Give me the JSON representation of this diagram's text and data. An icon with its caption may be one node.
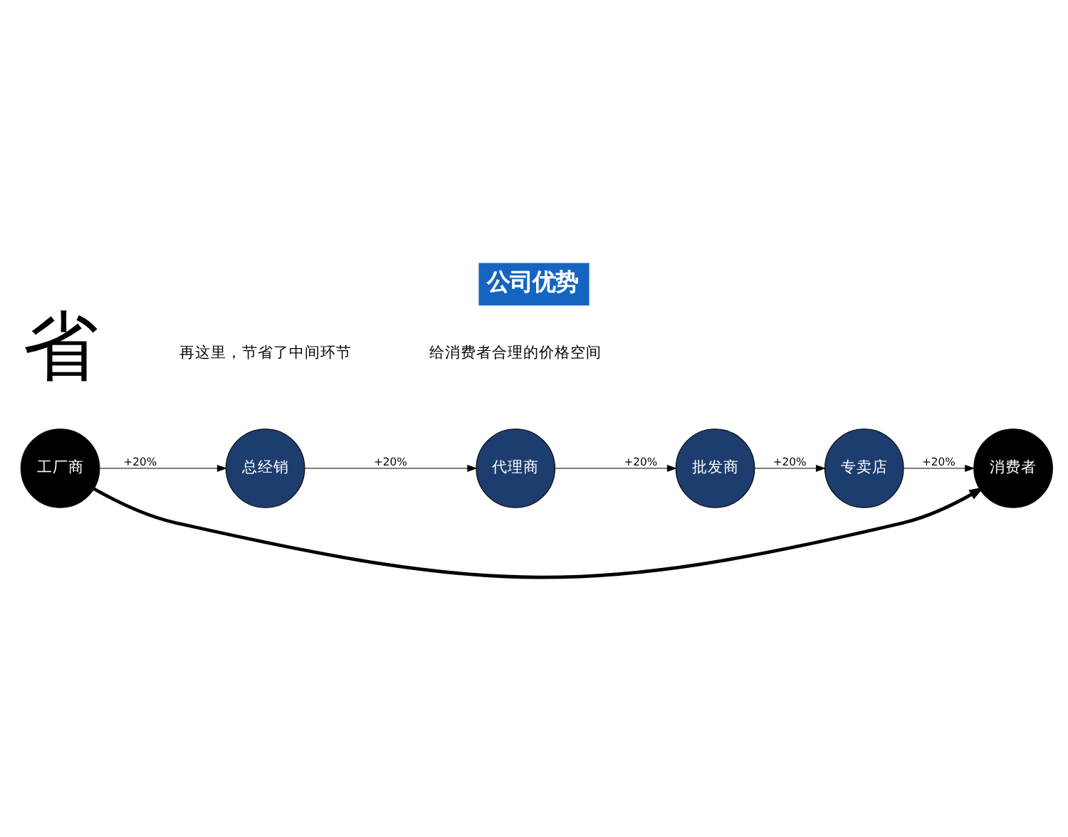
{
  "diagram": {
    "title": "公司优势",
    "nodes": [
      {
        "text": [
          "工厂商"
        ]
      },
      {
        "text": [
          "总经销"
        ]
      },
      {
        "text": [
          "代理商"
        ]
      },
      {
        "text": [
          "批发商"
        ]
      },
      {
        "text": [
          "专卖店"
        ]
      },
      {
        "text": [
          "消费者"
        ]
      }
    ],
    "edges": [
      {
        "from": 0,
        "to": 1,
        "arrow": "to",
        "label": "+20%"
      },
      {
        "from": 1,
        "to": 2,
        "arrow": "to",
        "label": "+20%"
      },
      {
        "from": 2,
        "to": 3,
        "arrow": "to",
        "label": "+20%"
      },
      {
        "from": 3,
        "to": 4,
        "arrow": "to",
        "label": "+20%"
      },
      {
        "from": 4,
        "to": 5,
        "arrow": "to",
        "label": "+20%"
      },
      {
        "from": 0,
        "to": 5,
        "arrow": "to",
        "style": "thick"
      }
    ],
    "labels": [
      "省",
      "再这里，节省了中间环节",
      "给消费者合理的价格空间"
    ]
  }
}
